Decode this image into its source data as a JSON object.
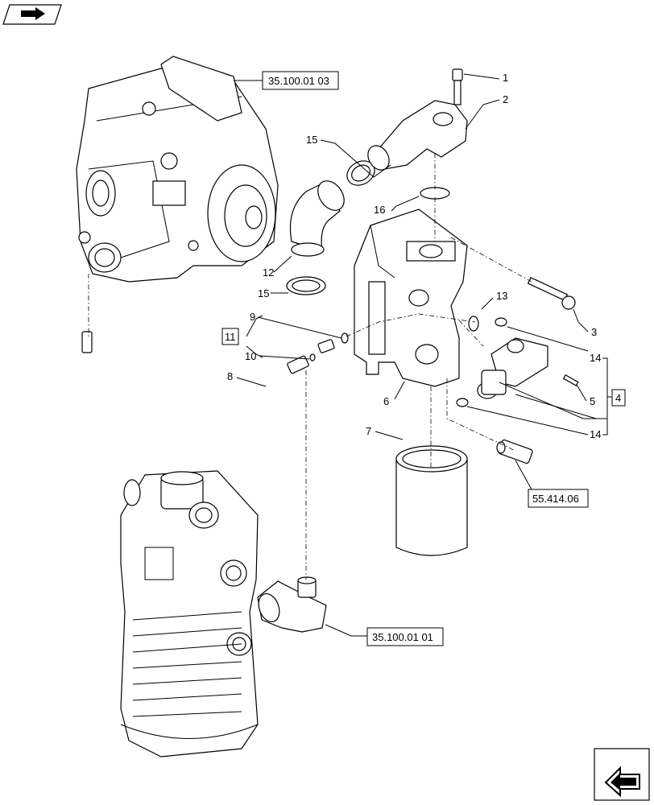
{
  "references": {
    "pump_ref": "35.100.01 03",
    "housing_ref": "35.100.01 01",
    "sensor_ref": "55.414.06"
  },
  "callouts": {
    "c1": "1",
    "c2": "2",
    "c3": "3",
    "c4": "4",
    "c5": "5",
    "c6": "6",
    "c7": "7",
    "c8": "8",
    "c9": "9",
    "c10": "10",
    "c11": "11",
    "c12": "12",
    "c13": "13",
    "c14a": "14",
    "c14b": "14",
    "c15a": "15",
    "c15b": "15",
    "c16": "16"
  },
  "icons": {
    "top_left": "view-direction-icon",
    "bottom_right": "navigation-arrow-icon"
  }
}
